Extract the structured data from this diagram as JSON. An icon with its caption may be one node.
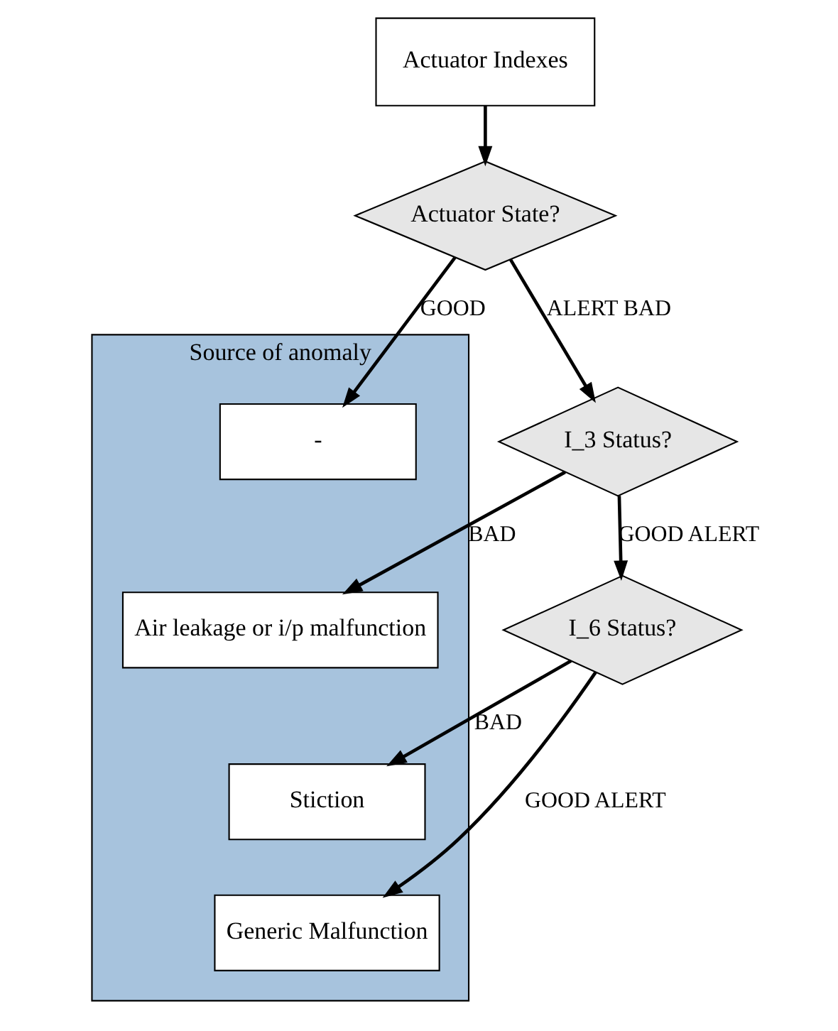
{
  "diagram": {
    "nodes": [
      {
        "text": [
          "Actuator Indexes"
        ]
      },
      {
        "text": [
          "Actuator State?"
        ]
      },
      {
        "text": [
          "I_3 Status?"
        ]
      },
      {
        "text": [
          "I_6 Status?"
        ]
      },
      {
        "text": [
          "Source of anomaly"
        ]
      },
      {
        "text": [
          "-"
        ],
        "in": 4
      },
      {
        "text": [
          "Air leakage or i/p malfunction"
        ],
        "in": 4
      },
      {
        "text": [
          "Stiction"
        ],
        "in": 4
      },
      {
        "text": [
          "Generic Malfunction"
        ],
        "in": 4
      }
    ],
    "edges": [
      {
        "from": 0,
        "to": 1,
        "arrow": "to"
      },
      {
        "from": 1,
        "to": 5,
        "arrow": "to",
        "label": "GOOD"
      },
      {
        "from": 1,
        "to": 2,
        "arrow": "to",
        "label": "ALERT BAD"
      },
      {
        "from": 2,
        "to": 6,
        "arrow": "to",
        "label": "BAD"
      },
      {
        "from": 2,
        "to": 3,
        "arrow": "to",
        "label": "GOOD ALERT"
      },
      {
        "from": 3,
        "to": 7,
        "arrow": "to",
        "label": "BAD"
      },
      {
        "from": 3,
        "to": 8,
        "arrow": "to",
        "label": "GOOD ALERT"
      }
    ]
  }
}
